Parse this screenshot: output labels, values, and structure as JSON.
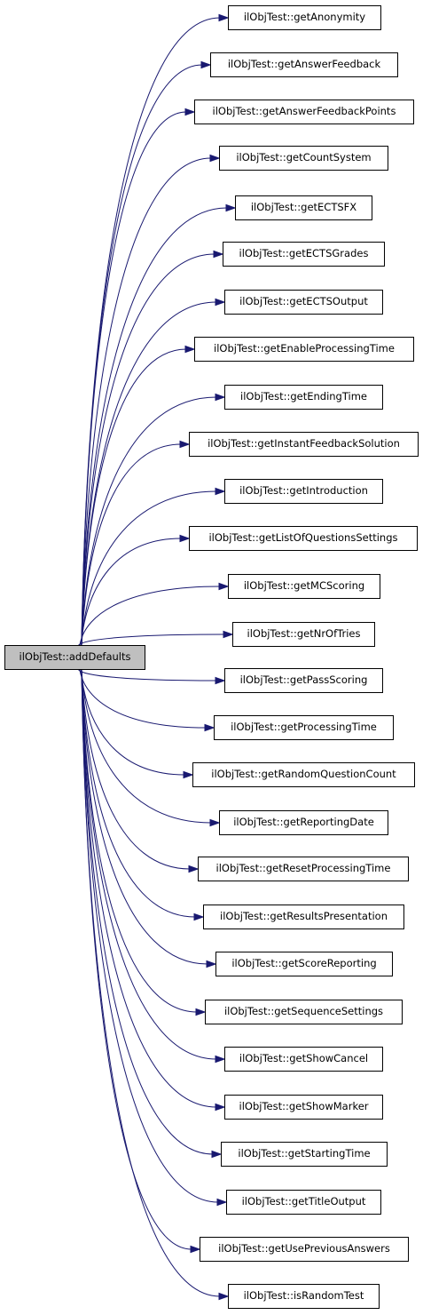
{
  "source": {
    "label": "ilObjTest::addDefaults"
  },
  "edge_color": "#191970",
  "source_fill": "#bfbfbf",
  "targets": [
    {
      "label": "ilObjTest::getAnonymity"
    },
    {
      "label": "ilObjTest::getAnswerFeedback"
    },
    {
      "label": "ilObjTest::getAnswerFeedbackPoints"
    },
    {
      "label": "ilObjTest::getCountSystem"
    },
    {
      "label": "ilObjTest::getECTSFX"
    },
    {
      "label": "ilObjTest::getECTSGrades"
    },
    {
      "label": "ilObjTest::getECTSOutput"
    },
    {
      "label": "ilObjTest::getEnableProcessingTime"
    },
    {
      "label": "ilObjTest::getEndingTime"
    },
    {
      "label": "ilObjTest::getInstantFeedbackSolution"
    },
    {
      "label": "ilObjTest::getIntroduction"
    },
    {
      "label": "ilObjTest::getListOfQuestionsSettings"
    },
    {
      "label": "ilObjTest::getMCScoring"
    },
    {
      "label": "ilObjTest::getNrOfTries"
    },
    {
      "label": "ilObjTest::getPassScoring"
    },
    {
      "label": "ilObjTest::getProcessingTime"
    },
    {
      "label": "ilObjTest::getRandomQuestionCount"
    },
    {
      "label": "ilObjTest::getReportingDate"
    },
    {
      "label": "ilObjTest::getResetProcessingTime"
    },
    {
      "label": "ilObjTest::getResultsPresentation"
    },
    {
      "label": "ilObjTest::getScoreReporting"
    },
    {
      "label": "ilObjTest::getSequenceSettings"
    },
    {
      "label": "ilObjTest::getShowCancel"
    },
    {
      "label": "ilObjTest::getShowMarker"
    },
    {
      "label": "ilObjTest::getStartingTime"
    },
    {
      "label": "ilObjTest::getTitleOutput"
    },
    {
      "label": "ilObjTest::getUsePreviousAnswers"
    },
    {
      "label": "ilObjTest::isRandomTest"
    }
  ]
}
